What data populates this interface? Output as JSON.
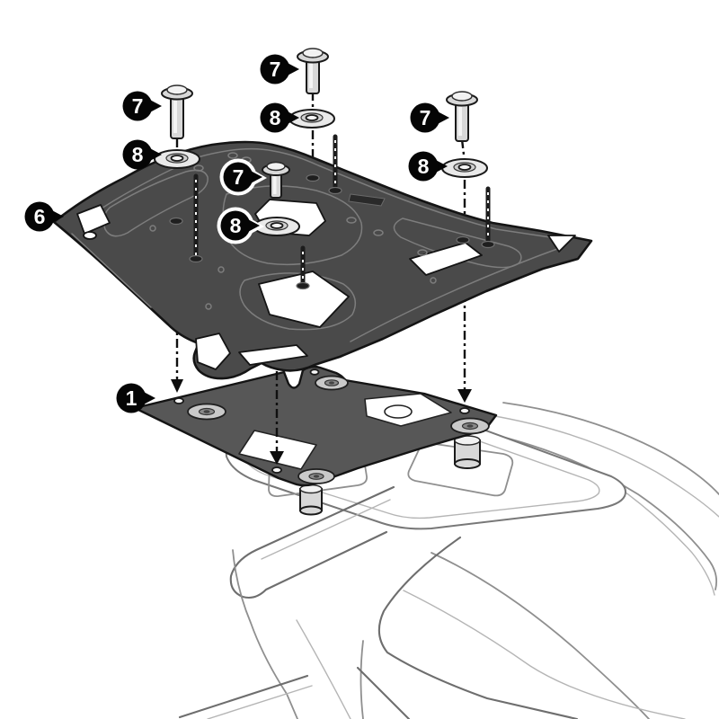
{
  "callouts": {
    "plate": {
      "label": "6"
    },
    "screw_left": {
      "label": "7"
    },
    "washer_left": {
      "label": "8"
    },
    "screw_top": {
      "label": "7"
    },
    "washer_top": {
      "label": "8"
    },
    "screw_center": {
      "label": "7"
    },
    "washer_center": {
      "label": "8"
    },
    "screw_right": {
      "label": "7"
    },
    "washer_right": {
      "label": "8"
    },
    "bracket": {
      "label": "1"
    }
  },
  "colors": {
    "background": "#ffffff",
    "plate": "#4a4a4a",
    "plate_outline": "#141414",
    "bracket": "#575757",
    "metal": "#d8d8d8",
    "washer": "#e9e9e9",
    "lineart": "#8f8f8f",
    "callout_bg": "#050505",
    "callout_text": "#ffffff"
  }
}
